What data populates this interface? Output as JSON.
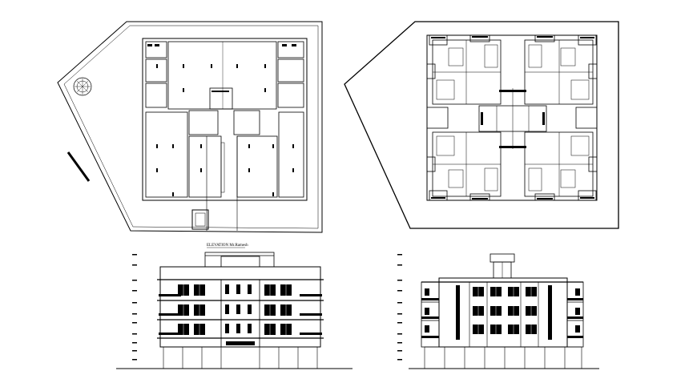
{
  "drawing": {
    "caption": "ELEVATION Mr.Ramesh",
    "line_color": "#000000",
    "background": "#ffffff"
  },
  "views": [
    {
      "id": "ground-floor-plan",
      "kind": "plan"
    },
    {
      "id": "typical-floor-plan",
      "kind": "plan"
    },
    {
      "id": "front-elevation",
      "kind": "elevation"
    },
    {
      "id": "side-elevation",
      "kind": "elevation"
    }
  ]
}
